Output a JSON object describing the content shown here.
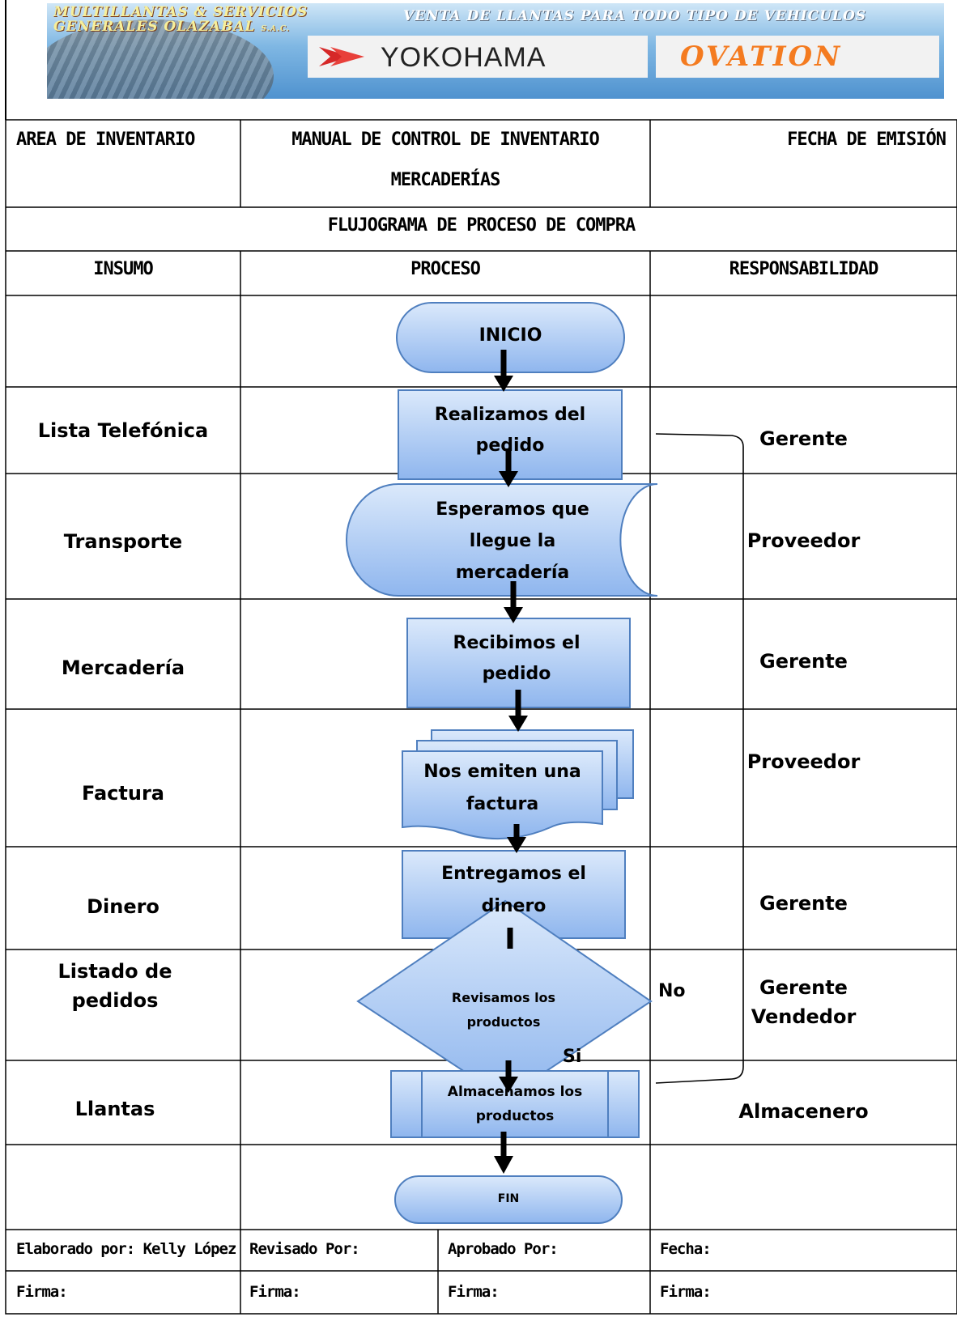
{
  "banner": {
    "company_line1": "MULTILLANTAS & SERVICIOS",
    "company_line2": "GENERALES OLAZABAL",
    "company_suffix": "S.A.C.",
    "tagline": "VENTA DE LLANTAS PARA TODO TIPO DE VEHICULOS",
    "brand1": "YOKOHAMA",
    "brand2": "OVATION"
  },
  "header": {
    "area": "AREA DE INVENTARIO",
    "manual_line1": "MANUAL DE CONTROL DE INVENTARIO",
    "manual_line2": "MERCADERÍAS",
    "fecha_emision": "FECHA DE EMISIÓN",
    "flow_title": "FLUJOGRAMA DE PROCESO DE COMPRA",
    "col_insumo": "INSUMO",
    "col_proceso": "PROCESO",
    "col_responsabilidad": "RESPONSABILIDAD"
  },
  "rows": [
    {
      "insumo": "",
      "process": "INICIO",
      "responsable": ""
    },
    {
      "insumo": "Lista Telefónica",
      "process_l1": "Realizamos del",
      "process_l2": "pedido",
      "responsable": "Gerente"
    },
    {
      "insumo": "Transporte",
      "process_l1": "Esperamos que",
      "process_l2": "llegue la",
      "process_l3": "mercadería",
      "responsable": "Proveedor"
    },
    {
      "insumo": "Mercadería",
      "process_l1": "Recibimos el",
      "process_l2": "pedido",
      "responsable": "Gerente"
    },
    {
      "insumo": "Factura",
      "process_l1": "Nos emiten una",
      "process_l2": "factura",
      "responsable": "Proveedor"
    },
    {
      "insumo": "Dinero",
      "process_l1": "Entregamos el",
      "process_l2": "dinero",
      "responsable": "Gerente"
    },
    {
      "insumo_l1": "Listado de",
      "insumo_l2": "pedidos",
      "process_l1": "Revisamos los",
      "process_l2": "productos",
      "responsable_l1": "Gerente",
      "responsable_l2": "Vendedor",
      "no_label": "No",
      "si_label": "Si"
    },
    {
      "insumo": "Llantas",
      "process_l1": "Almacenamos los",
      "process_l2": "productos",
      "responsable": "Almacenero"
    },
    {
      "insumo": "",
      "process": "FIN",
      "responsable": ""
    }
  ],
  "footer": {
    "elaborado": "Elaborado por: Kelly López",
    "revisado": "Revisado Por:",
    "aprobado": "Aprobado Por:",
    "fecha": "Fecha:",
    "firma1": "Firma:",
    "firma2": "Firma:",
    "firma3": "Firma:",
    "firma4": "Firma:"
  },
  "colors": {
    "shape_fill_top": "#dbe9fb",
    "shape_fill_bottom": "#8fb6ee",
    "shape_stroke": "#4f7fbf",
    "banner_blue": "#4f92cf",
    "ovation_orange": "#f47b20"
  }
}
